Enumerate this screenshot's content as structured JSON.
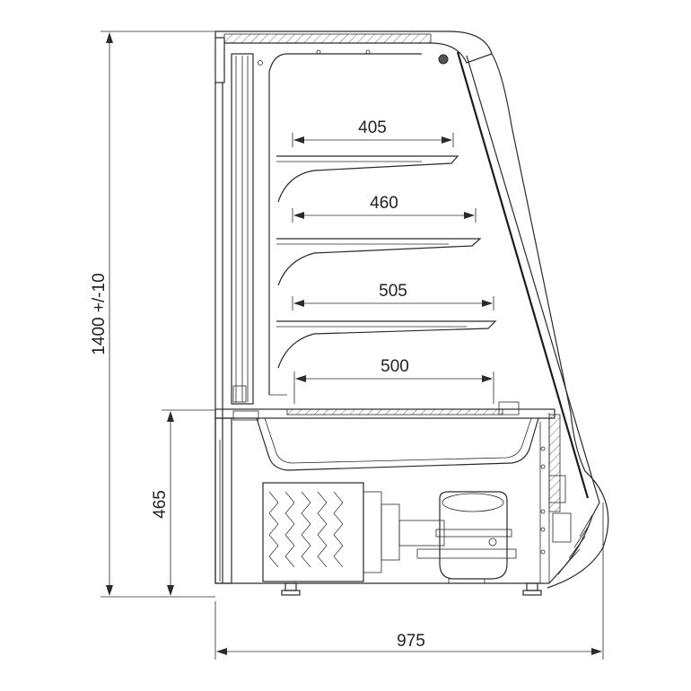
{
  "dimensions": {
    "total_height": "1400 +/-10",
    "base_height": "465",
    "total_depth": "975",
    "shelf_1_width": "405",
    "shelf_2_width": "460",
    "shelf_3_width": "505",
    "base_shelf_width": "500"
  },
  "colors": {
    "line": "#2a2a2a",
    "background": "#ffffff"
  }
}
